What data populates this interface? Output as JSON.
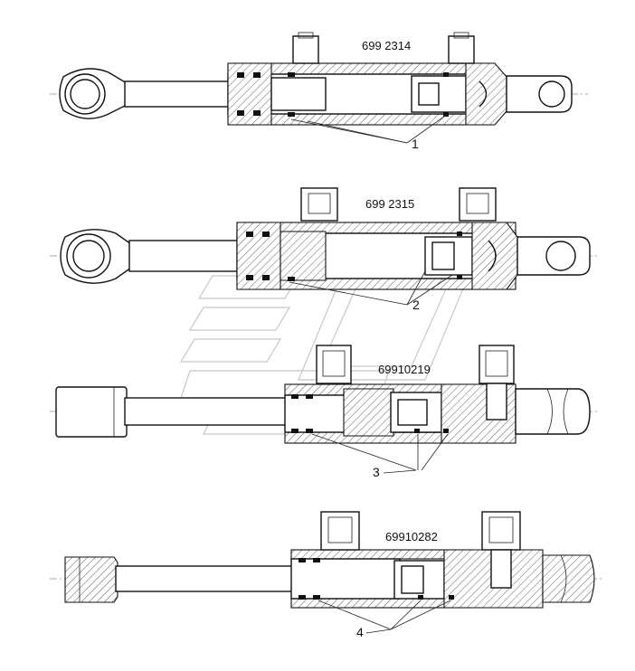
{
  "cylinders": [
    {
      "part_number": "699 2314",
      "callout": "1"
    },
    {
      "part_number": "699 2315",
      "callout": "2"
    },
    {
      "part_number": "69910219",
      "callout": "3"
    },
    {
      "part_number": "69910282",
      "callout": "4"
    }
  ]
}
